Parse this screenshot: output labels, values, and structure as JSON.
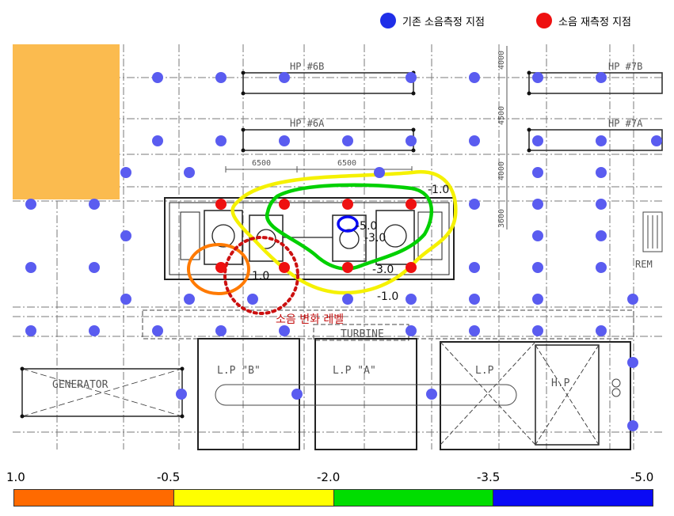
{
  "legend": {
    "existing_label": "기존 소음측정 지점",
    "remeasure_label": "소음 재측정 지점"
  },
  "plan": {
    "labels": {
      "hp6b": "HP #6B",
      "hp6a": "HP #6A",
      "hp7b": "HP #7B",
      "hp7a": "HP #7A",
      "dim_6500_left": "6500",
      "dim_6500_right": "6500",
      "dim_4000_top": "4000",
      "dim_4500": "4500",
      "dim_4000_mid": "4000",
      "dim_3600": "3600",
      "rem": "REM",
      "turbine": "TURBINE",
      "generator": "GENERATOR",
      "lp_b": "L.P \"B\"",
      "lp_a": "L.P \"A\"",
      "lp": "L.P",
      "hp": "H.P"
    },
    "contour_labels": {
      "blue": "-5.0",
      "green_inner": "-3.0",
      "green": "-3.0",
      "yellow_top": "-1.0",
      "yellow_bottom": "-1.0",
      "orange": "1.0"
    },
    "annotation": "소음 변화 레벨"
  },
  "scale": {
    "ticks": [
      "1.0",
      "-0.5",
      "-2.0",
      "-3.5",
      "-5.0"
    ],
    "colors": [
      "#ff6a00",
      "#ffff00",
      "#00dd00",
      "#0a0af5"
    ]
  }
}
